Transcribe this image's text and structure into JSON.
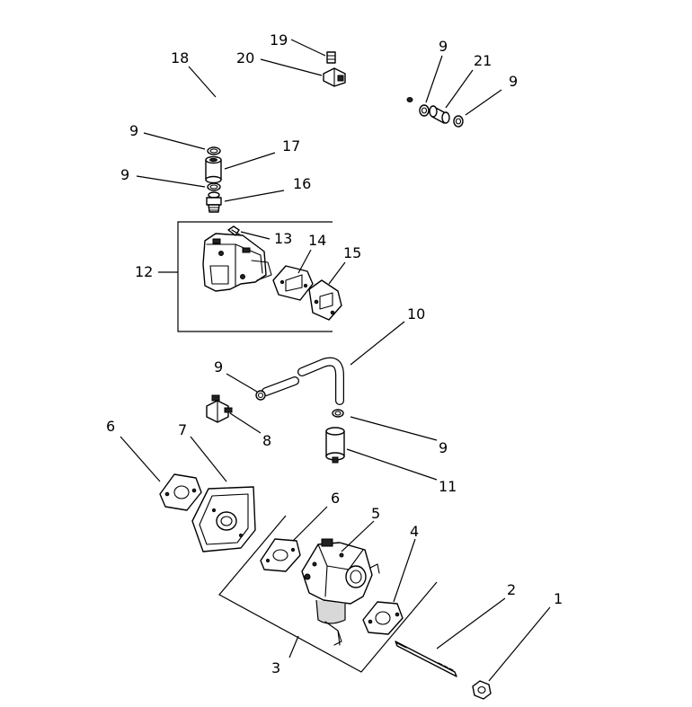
{
  "labels": {
    "p1": "1",
    "p2": "2",
    "p3": "3",
    "p4": "4",
    "p5": "5",
    "p6a": "6",
    "p6b": "6",
    "p7": "7",
    "p8": "8",
    "p9a": "9",
    "p9b": "9",
    "p9c": "9",
    "p9d": "9",
    "p9e": "9",
    "p9f": "9",
    "p10": "10",
    "p11": "11",
    "p12": "12",
    "p13": "13",
    "p14": "14",
    "p15": "15",
    "p16": "16",
    "p17": "17",
    "p18": "18",
    "p19": "19",
    "p20": "20",
    "p21": "21"
  }
}
